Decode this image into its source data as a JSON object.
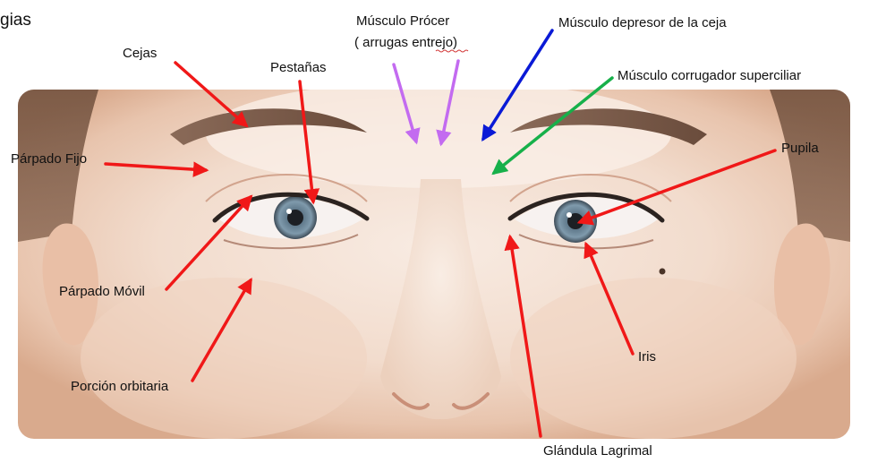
{
  "title": "gias",
  "labels": {
    "cejas": "Cejas",
    "pestanas": "Pestañas",
    "procer_line1": "Músculo Prócer",
    "procer_line2": "( arrugas entrejo)",
    "depresor": "Músculo depresor de la ceja",
    "corrugador": "Músculo corrugador superciliar",
    "parpado_fijo": "Párpado Fijo",
    "pupila": "Pupila",
    "parpado_movil": "Párpado Móvil",
    "iris": "Iris",
    "porcion_orbitaria": "Porción orbitaria",
    "glandula_lagrimal": "Glándula Lagrimal"
  },
  "colors": {
    "red_arrow": "#f01818",
    "violet_arrow": "#c36bf0",
    "blue_arrow": "#0a1ad6",
    "green_arrow": "#17b04a",
    "skin_light": "#f6e5da",
    "skin_mid": "#ebc8b2",
    "hair": "#7a5a46",
    "iris": "#6f8a9c"
  },
  "icons": {
    "face_photo": "face-photo"
  }
}
